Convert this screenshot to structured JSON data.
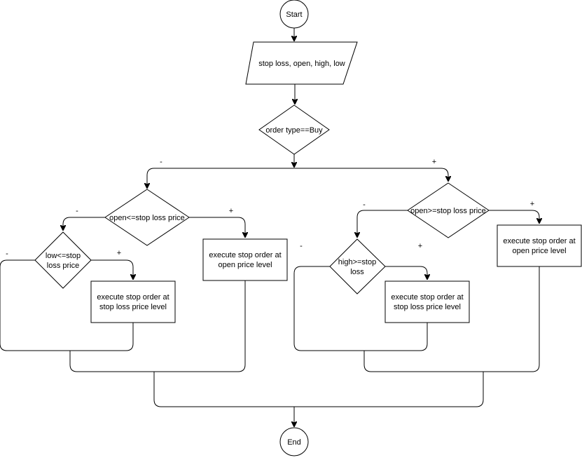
{
  "diagram": {
    "nodes": {
      "start": "Start",
      "input": "stop loss, open, high, low",
      "decision_order_type": "order type==Buy",
      "decision_open_le": "open<=stop loss price",
      "decision_low_le": [
        "low<=stop",
        "loss price"
      ],
      "exec_buy_stoploss": [
        "execute stop order at",
        "stop loss price level"
      ],
      "exec_buy_open": [
        "execute stop order at",
        "open price level"
      ],
      "decision_open_ge": "open>=stop loss price",
      "decision_high_ge": [
        "high>=stop",
        "loss"
      ],
      "exec_sell_stoploss": [
        "execute stop order at",
        "stop loss price level"
      ],
      "exec_sell_open": [
        "execute stop order at",
        "open price level"
      ],
      "end": "End"
    },
    "edge_labels": {
      "order_minus": "-",
      "order_plus": "+",
      "open_le_minus": "-",
      "open_le_plus": "+",
      "low_minus": "-",
      "low_plus": "+",
      "open_ge_minus": "-",
      "open_ge_plus": "+",
      "high_minus": "-",
      "high_plus": "+"
    }
  }
}
